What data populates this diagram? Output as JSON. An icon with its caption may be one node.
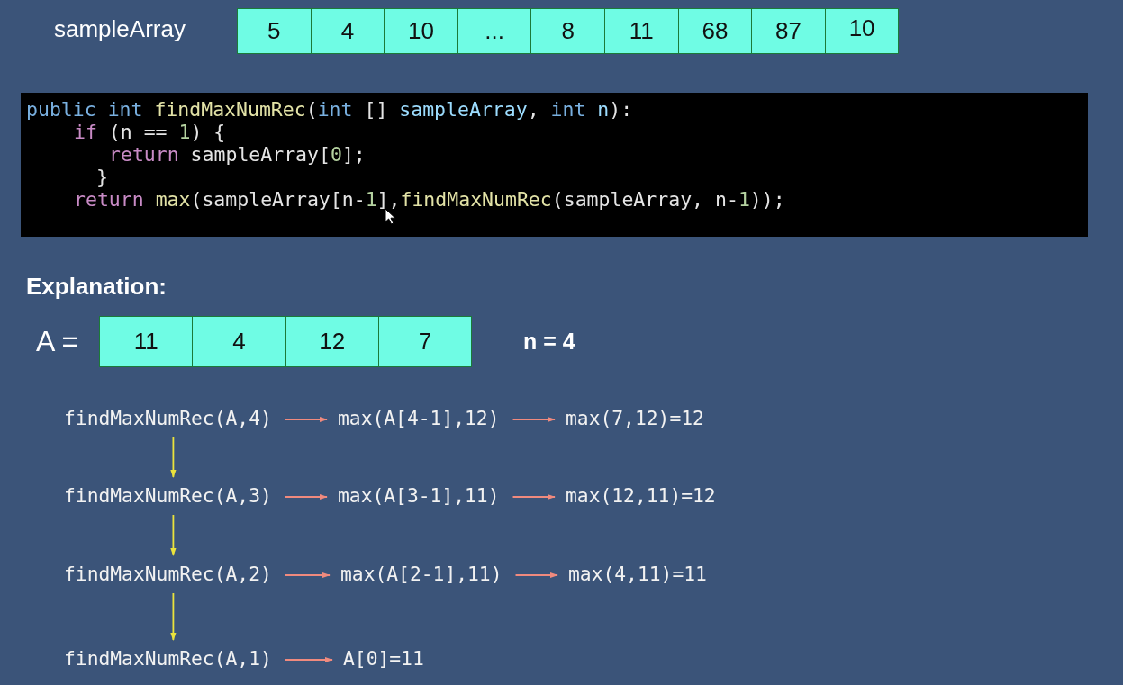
{
  "diagram": {
    "nodes": [
      {
        "text": [
          "5"
        ]
      },
      {
        "text": [
          "4"
        ]
      },
      {
        "text": [
          "10"
        ]
      },
      {
        "text": [
          "..."
        ]
      },
      {
        "text": [
          "8"
        ]
      },
      {
        "text": [
          "11"
        ]
      },
      {
        "text": [
          "68"
        ]
      },
      {
        "text": [
          "87"
        ]
      },
      {
        "text": [
          "10"
        ]
      },
      {
        "text": [
          "public int findMaxNumRec(int [] sampleArray, int n):",
          "if (n == 1) {",
          "return sampleArray[0];",
          "}",
          "return max(sampleArray[n-1],findMaxNumRec(sampleArray, n-1));"
        ]
      },
      {
        "text": [
          "11"
        ]
      },
      {
        "text": [
          "4"
        ]
      },
      {
        "text": [
          "12"
        ]
      },
      {
        "text": [
          "7"
        ]
      },
      {
        "text": [
          "findMaxNumRec(A,4)"
        ]
      },
      {
        "text": [
          "max(A[4-1],12)"
        ]
      },
      {
        "text": [
          "max(7,12)=12"
        ]
      },
      {
        "text": [
          "findMaxNumRec(A,3)"
        ]
      },
      {
        "text": [
          "max(A[3-1],11)"
        ]
      },
      {
        "text": [
          "max(12,11)=12"
        ]
      },
      {
        "text": [
          "findMaxNumRec(A,2)"
        ]
      },
      {
        "text": [
          "max(A[2-1],11)"
        ]
      },
      {
        "text": [
          "max(4,11)=11"
        ]
      },
      {
        "text": [
          "findMaxNumRec(A,1)"
        ]
      },
      {
        "text": [
          "A[0]=11"
        ]
      }
    ],
    "edges": [
      {
        "from": 14,
        "to": 15,
        "arrow": "to"
      },
      {
        "from": 15,
        "to": 16,
        "arrow": "to"
      },
      {
        "from": 14,
        "to": 17,
        "arrow": "to",
        "color": "#ebe33c"
      },
      {
        "from": 17,
        "to": 18,
        "arrow": "to"
      },
      {
        "from": 18,
        "to": 19,
        "arrow": "to"
      },
      {
        "from": 17,
        "to": 20,
        "arrow": "to",
        "color": "#ebe33c"
      },
      {
        "from": 20,
        "to": 21,
        "arrow": "to"
      },
      {
        "from": 21,
        "to": 22,
        "arrow": "to"
      },
      {
        "from": 20,
        "to": 23,
        "arrow": "to",
        "color": "#ebe33c"
      },
      {
        "from": 23,
        "to": 24,
        "arrow": "to"
      }
    ],
    "labels": [
      "sampleArray",
      "Explanation:",
      "A =",
      "n = 4"
    ]
  }
}
